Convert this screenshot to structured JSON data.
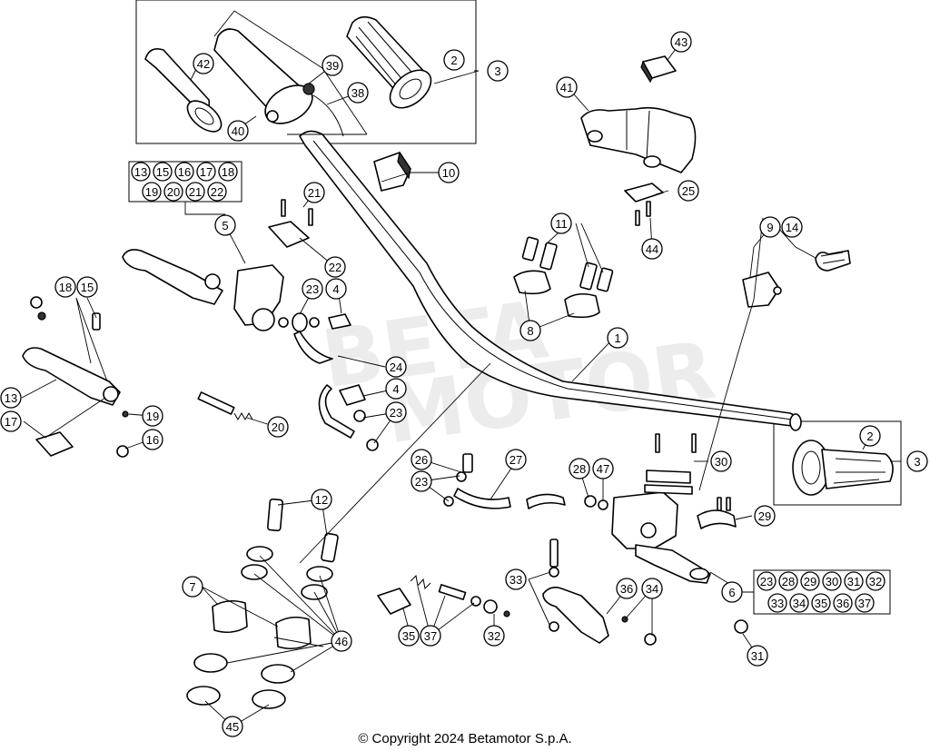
{
  "copyright": "© Copyright 2024 Betamotor S.p.A.",
  "callouts": [
    "1",
    "2",
    "3",
    "4",
    "5",
    "6",
    "7",
    "8",
    "9",
    "10",
    "11",
    "12",
    "13",
    "14",
    "15",
    "16",
    "17",
    "18",
    "19",
    "20",
    "21",
    "22",
    "23",
    "24",
    "25",
    "26",
    "27",
    "28",
    "29",
    "30",
    "31",
    "32",
    "33",
    "34",
    "35",
    "36",
    "37",
    "38",
    "39",
    "40",
    "41",
    "42",
    "43",
    "44",
    "45",
    "46",
    "47"
  ],
  "groups": {
    "item5": [
      "13",
      "15",
      "16",
      "17",
      "18",
      "19",
      "20",
      "21",
      "22"
    ],
    "item6": [
      "23",
      "28",
      "29",
      "30",
      "31",
      "32",
      "33",
      "34",
      "35",
      "36",
      "37"
    ]
  }
}
